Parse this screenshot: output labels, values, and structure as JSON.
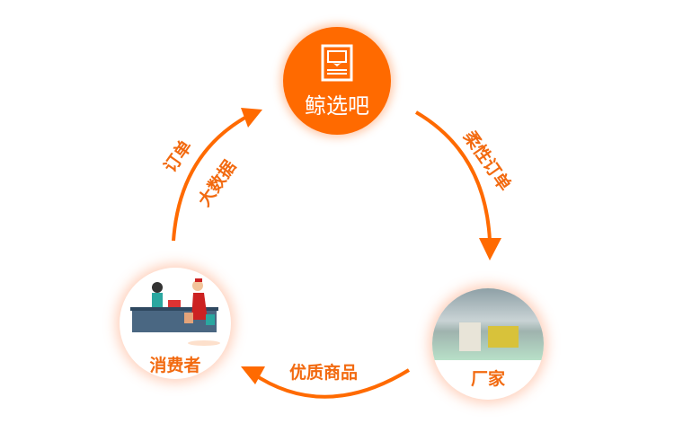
{
  "center": {
    "label": "鲸选吧",
    "icon": "whale-tail-logo-icon"
  },
  "nodes": {
    "consumer": "消费者",
    "factory": "厂家"
  },
  "edges": {
    "orders": "订单",
    "big_data": "大数据",
    "flexible_orders": "柔性订单",
    "quality_goods": "优质商品"
  },
  "colors": {
    "accent": "#ff6a00",
    "text": "#f26a10"
  }
}
